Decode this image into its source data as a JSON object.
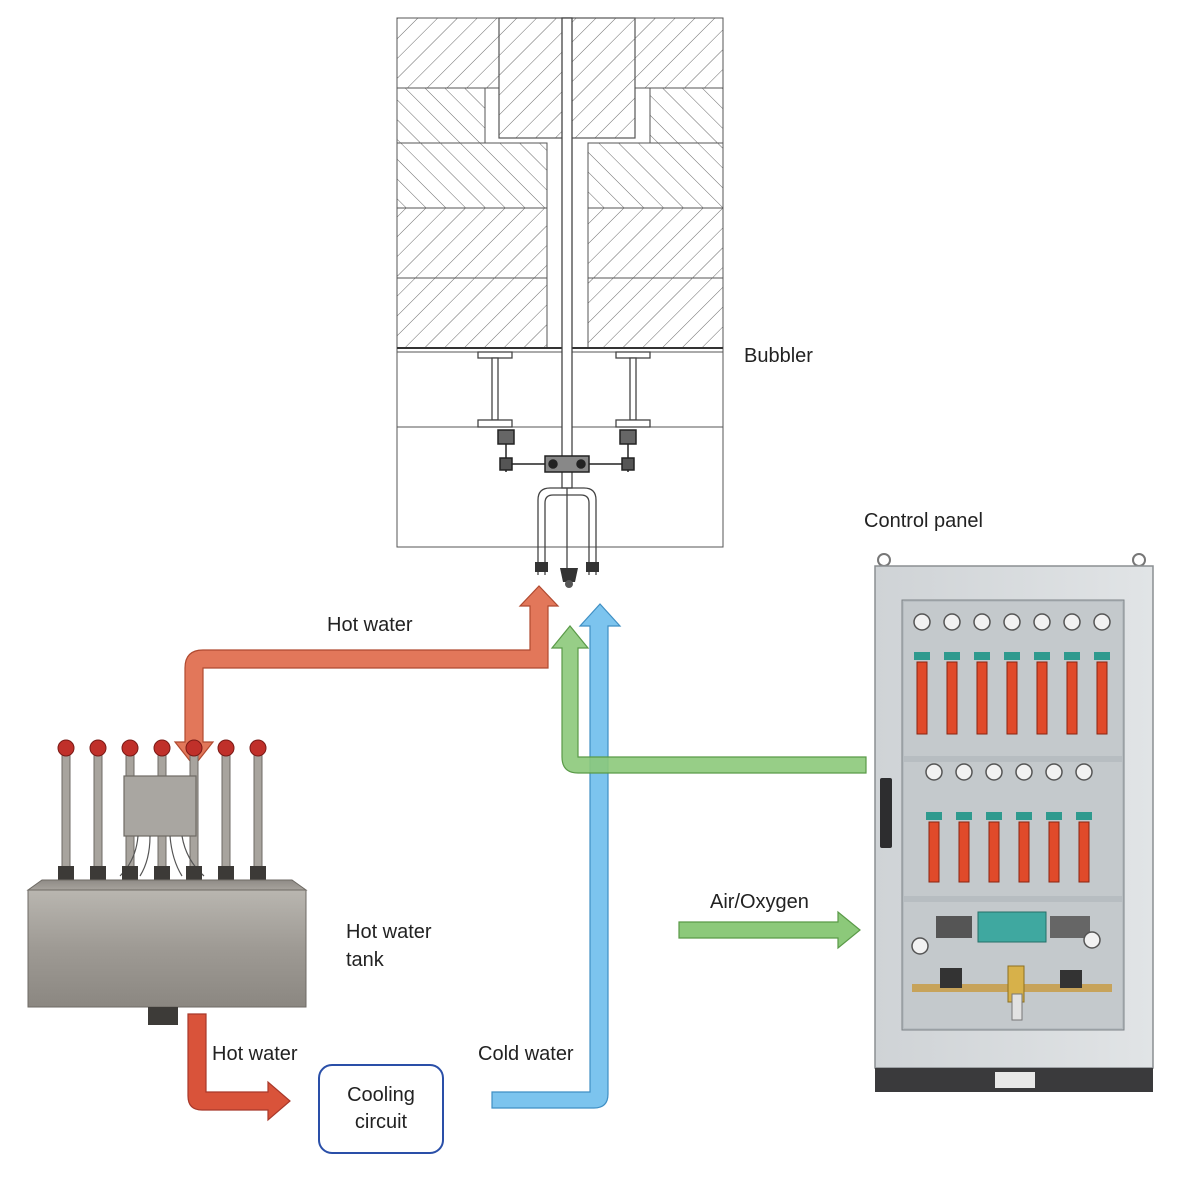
{
  "labels": {
    "bubbler": "Bubbler",
    "control_panel": "Control panel",
    "hot_water_top": "Hot water",
    "hot_water_bottom": "Hot water",
    "cold_water": "Cold water",
    "air_oxygen": "Air/Oxygen",
    "hot_water_tank_line1": "Hot water",
    "hot_water_tank_line2": "tank",
    "cooling_circuit_line1": "Cooling",
    "cooling_circuit_line2": "circuit"
  },
  "colors": {
    "hot_water_arrow": "#e2775a",
    "hot_water_arrow_dark": "#d9533a",
    "cold_water_arrow": "#7cc4ee",
    "air_oxygen_arrow": "#8cc97a",
    "cooling_box_border": "#2a4fa8",
    "flowmeter_red": "#e04a2a",
    "cabinet_gray": "#d6d9dc"
  },
  "icons": {
    "bubbler_drawing": "mold-cross-section-drawing",
    "tank_photo": "hot-water-tank-with-valves",
    "panel_photo": "control-cabinet-with-flowmeters"
  }
}
